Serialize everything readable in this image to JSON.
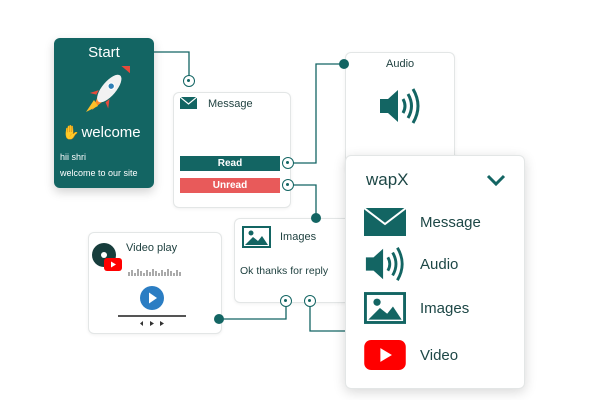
{
  "start": {
    "title": "Start",
    "welcome": "welcome",
    "line1": "hii shri",
    "line2": "welcome to our site"
  },
  "message_card": {
    "label": "Message",
    "read": "Read",
    "unread": "Unread"
  },
  "audio_card": {
    "label": "Audio"
  },
  "images_card": {
    "label": "Images",
    "reply": "Ok thanks for reply"
  },
  "video_card": {
    "label": "Video play"
  },
  "wapx": {
    "title": "wapX",
    "items": [
      {
        "label": "Message",
        "icon": "envelope-icon"
      },
      {
        "label": "Audio",
        "icon": "speaker-icon"
      },
      {
        "label": "Images",
        "icon": "image-icon"
      },
      {
        "label": "Video",
        "icon": "youtube-icon"
      }
    ]
  },
  "colors": {
    "brand": "#136563",
    "unread": "#e85a5a",
    "youtube": "#ff0000"
  }
}
